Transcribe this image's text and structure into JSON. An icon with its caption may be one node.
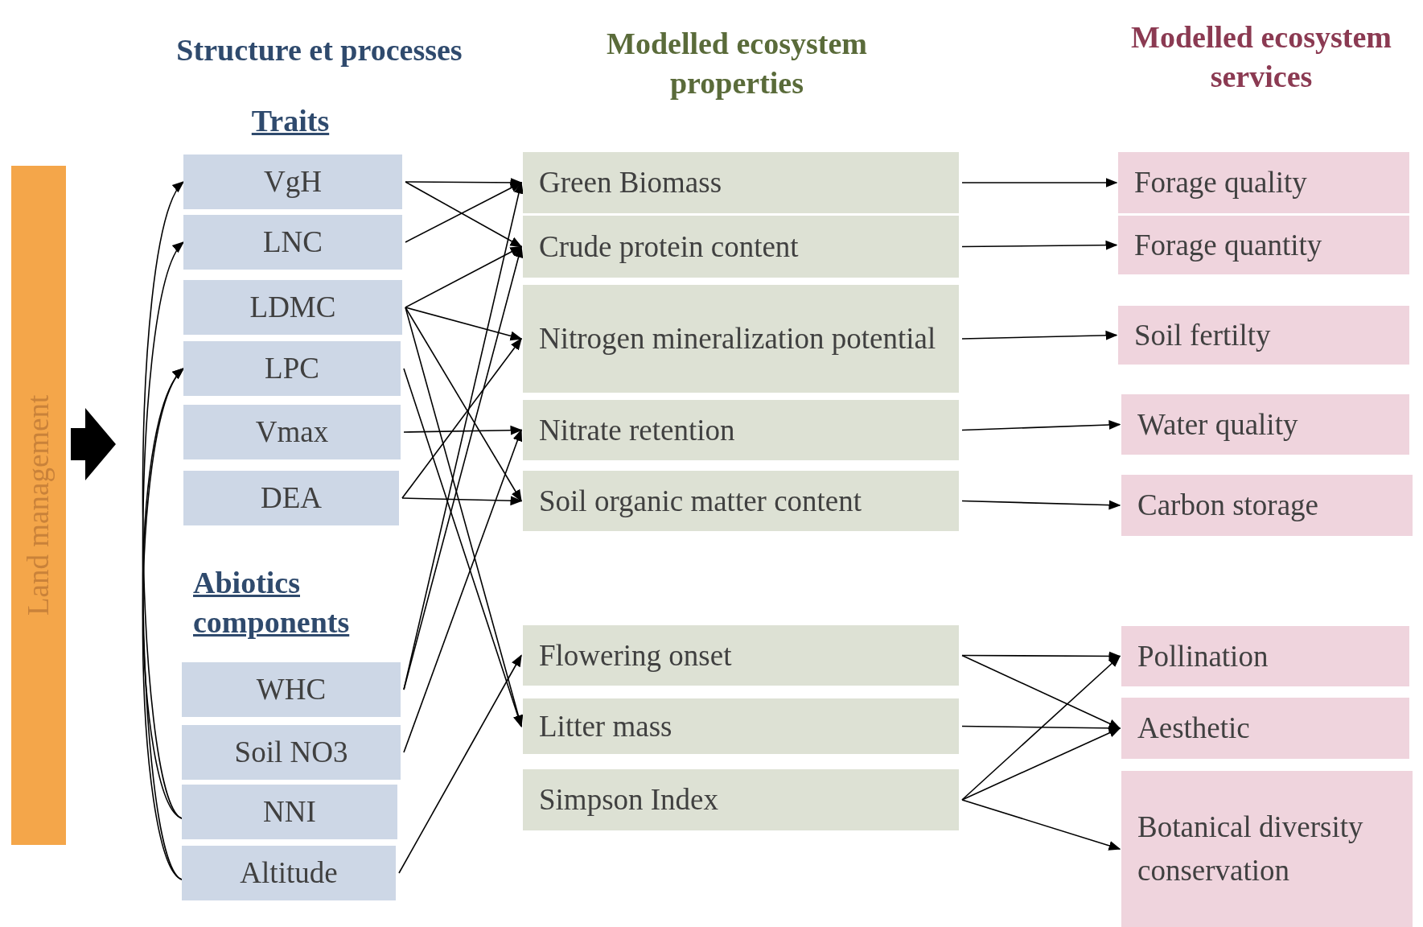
{
  "diagram": {
    "nodes": [
      {
        "text": [
          "Land management"
        ]
      },
      {
        "text": [
          "VgH"
        ]
      },
      {
        "text": [
          "LNC"
        ]
      },
      {
        "text": [
          "LDMC"
        ]
      },
      {
        "text": [
          "LPC"
        ]
      },
      {
        "text": [
          "Vmax"
        ]
      },
      {
        "text": [
          "DEA"
        ]
      },
      {
        "text": [
          "WHC"
        ]
      },
      {
        "text": [
          "Soil NO3"
        ]
      },
      {
        "text": [
          "NNI"
        ]
      },
      {
        "text": [
          "Altitude"
        ]
      },
      {
        "text": [
          "Green Biomass"
        ]
      },
      {
        "text": [
          "Crude protein content"
        ]
      },
      {
        "text": [
          "Nitrogen mineralization potential"
        ]
      },
      {
        "text": [
          "Nitrate retention"
        ]
      },
      {
        "text": [
          "Soil organic matter content"
        ]
      },
      {
        "text": [
          "Flowering onset"
        ]
      },
      {
        "text": [
          "Litter mass"
        ]
      },
      {
        "text": [
          "Simpson Index"
        ]
      },
      {
        "text": [
          "Forage quality"
        ]
      },
      {
        "text": [
          "Forage quantity"
        ]
      },
      {
        "text": [
          "Soil fertilty"
        ]
      },
      {
        "text": [
          "Water quality"
        ]
      },
      {
        "text": [
          "Carbon storage"
        ]
      },
      {
        "text": [
          "Pollination"
        ]
      },
      {
        "text": [
          "Aesthetic"
        ]
      },
      {
        "text": [
          "Botanical diversity conservation"
        ]
      }
    ],
    "edges": [
      {
        "from": 0,
        "to": null,
        "arrow": "to"
      },
      {
        "from": 9,
        "to": 1,
        "arrow": "to"
      },
      {
        "from": 10,
        "to": 2,
        "arrow": "to"
      },
      {
        "from": 9,
        "to": 4,
        "arrow": "to"
      },
      {
        "from": 10,
        "to": 4,
        "arrow": "to"
      },
      {
        "from": 1,
        "to": 11,
        "arrow": "to"
      },
      {
        "from": 1,
        "to": 12,
        "arrow": "to"
      },
      {
        "from": 2,
        "to": 11,
        "arrow": "to"
      },
      {
        "from": 3,
        "to": 12,
        "arrow": "to"
      },
      {
        "from": 3,
        "to": 13,
        "arrow": "to"
      },
      {
        "from": 3,
        "to": 15,
        "arrow": "to"
      },
      {
        "from": 3,
        "to": 17,
        "arrow": "to"
      },
      {
        "from": 4,
        "to": 17,
        "arrow": "to"
      },
      {
        "from": 5,
        "to": 14,
        "arrow": "to"
      },
      {
        "from": 6,
        "to": 13,
        "arrow": "to"
      },
      {
        "from": 6,
        "to": 15,
        "arrow": "to"
      },
      {
        "from": 7,
        "to": 11,
        "arrow": "to"
      },
      {
        "from": 7,
        "to": 12,
        "arrow": "to"
      },
      {
        "from": 8,
        "to": 14,
        "arrow": "to"
      },
      {
        "from": 10,
        "to": 16,
        "arrow": "to"
      },
      {
        "from": 11,
        "to": 19,
        "arrow": "to"
      },
      {
        "from": 12,
        "to": 20,
        "arrow": "to"
      },
      {
        "from": 13,
        "to": 21,
        "arrow": "to"
      },
      {
        "from": 14,
        "to": 22,
        "arrow": "to"
      },
      {
        "from": 15,
        "to": 23,
        "arrow": "to"
      },
      {
        "from": 16,
        "to": 24,
        "arrow": "to"
      },
      {
        "from": 16,
        "to": 25,
        "arrow": "to"
      },
      {
        "from": 17,
        "to": 25,
        "arrow": "to"
      },
      {
        "from": 18,
        "to": 24,
        "arrow": "to"
      },
      {
        "from": 18,
        "to": 25,
        "arrow": "to"
      },
      {
        "from": 18,
        "to": 26,
        "arrow": "to"
      }
    ],
    "labels": [
      "Structure et processes",
      "Modelled  ecosystem properties",
      "Modelled ecosystem services",
      "Traits",
      "Abiotics components"
    ]
  }
}
